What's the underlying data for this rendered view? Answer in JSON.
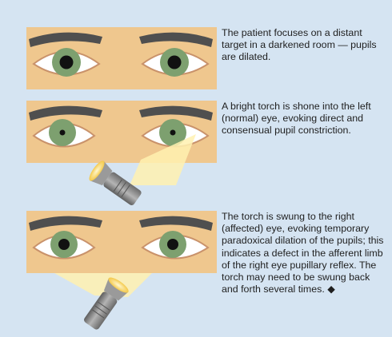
{
  "steps": [
    {
      "caption": "The patient focuses on a distant target in a darkened room — pupils are dilated.",
      "left_pupil": "dilated",
      "right_pupil": "dilated",
      "torch": "none"
    },
    {
      "caption": "A bright torch is shone into the left (normal) eye, evoking direct and consensual pupil constriction.",
      "left_pupil": "constricted",
      "right_pupil": "constricted",
      "torch": "left eye"
    },
    {
      "caption": "The torch is swung to the right (affected) eye, evoking temporary paradoxical dilation of the pupils; this indicates a defect in the afferent limb of the right eye pupillary reflex. The torch may need to be swung back and forth several times.",
      "end_mark": "◆",
      "left_pupil": "dilated",
      "right_pupil": "dilated",
      "torch": "right eye"
    }
  ],
  "colors": {
    "background": "#d5e4f2",
    "skin": "#efc78e",
    "brow": "#4f4f4f",
    "iris": "#7da06f",
    "pupil": "#111111",
    "torch_beam": "#fff1b0",
    "torch_body": "#8a8a8a"
  }
}
